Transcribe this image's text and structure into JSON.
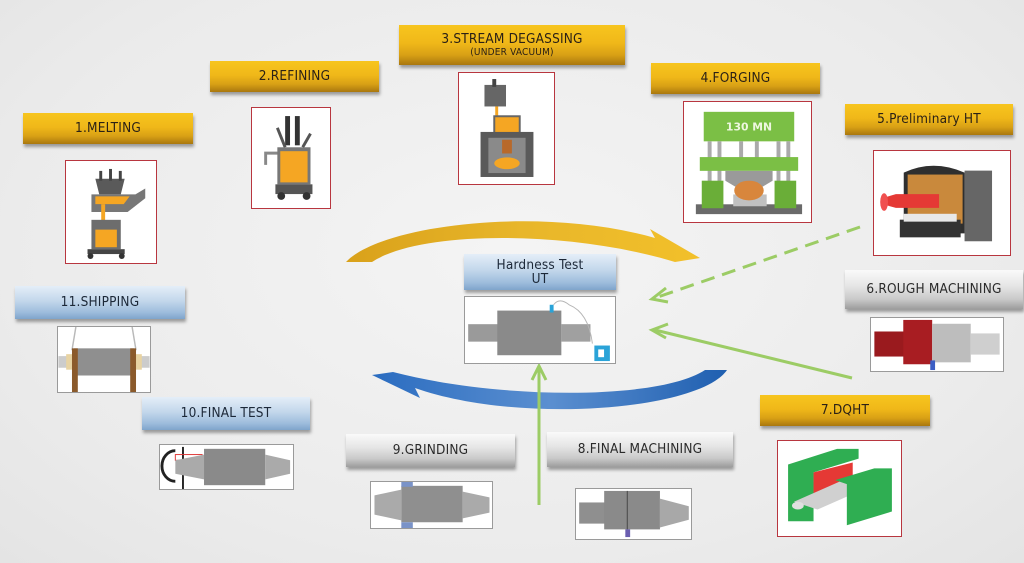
{
  "diagram": {
    "title": "Forged roll manufacturing process flow",
    "center": {
      "line1": "Hardness Test",
      "line2": "UT"
    },
    "steps": [
      {
        "number": 1,
        "label": "1.MELTING",
        "style": "gold",
        "icon": "melting-furnace-icon"
      },
      {
        "number": 2,
        "label": "2.REFINING",
        "style": "gold",
        "icon": "ladle-refining-icon"
      },
      {
        "number": 3,
        "label": "3.STREAM DEGASSING",
        "sublabel": "(UNDER VACUUM)",
        "style": "gold",
        "icon": "vacuum-degassing-icon"
      },
      {
        "number": 4,
        "label": "4.FORGING",
        "style": "gold",
        "icon": "forging-press-icon",
        "press_rating": "130 MN"
      },
      {
        "number": 5,
        "label": "5.Preliminary HT",
        "style": "gold",
        "icon": "heat-treatment-furnace-icon"
      },
      {
        "number": 6,
        "label": "6.ROUGH MACHINING",
        "style": "silver",
        "icon": "rough-machining-icon"
      },
      {
        "number": 7,
        "label": "7.DQHT",
        "style": "gold",
        "icon": "quench-heat-treatment-icon"
      },
      {
        "number": 8,
        "label": "8.FINAL MACHINING",
        "style": "silver",
        "icon": "final-machining-icon"
      },
      {
        "number": 9,
        "label": "9.GRINDING",
        "style": "silver",
        "icon": "grinding-icon"
      },
      {
        "number": 10,
        "label": "10.FINAL TEST",
        "style": "blue",
        "icon": "final-test-icon"
      },
      {
        "number": 11,
        "label": "11.SHIPPING",
        "style": "blue",
        "icon": "shipping-icon"
      }
    ],
    "connectors": [
      {
        "from": "5.Preliminary HT",
        "to": "Hardness Test UT",
        "style": "dashed"
      },
      {
        "from": "7.DQHT",
        "to": "Hardness Test UT",
        "style": "solid"
      },
      {
        "from": "8.FINAL MACHINING",
        "to": "Hardness Test UT",
        "style": "solid"
      }
    ],
    "colors": {
      "gold": "#f0b819",
      "silver": "#c9c9c9",
      "blue": "#9dbcdc",
      "frame_red": "#b8363f",
      "arrow_gold": "#e2a91a",
      "arrow_blue": "#1f5fb0",
      "connector_green": "#9ccc65",
      "molten": "#f5a623",
      "press_green": "#7bbf45"
    }
  }
}
